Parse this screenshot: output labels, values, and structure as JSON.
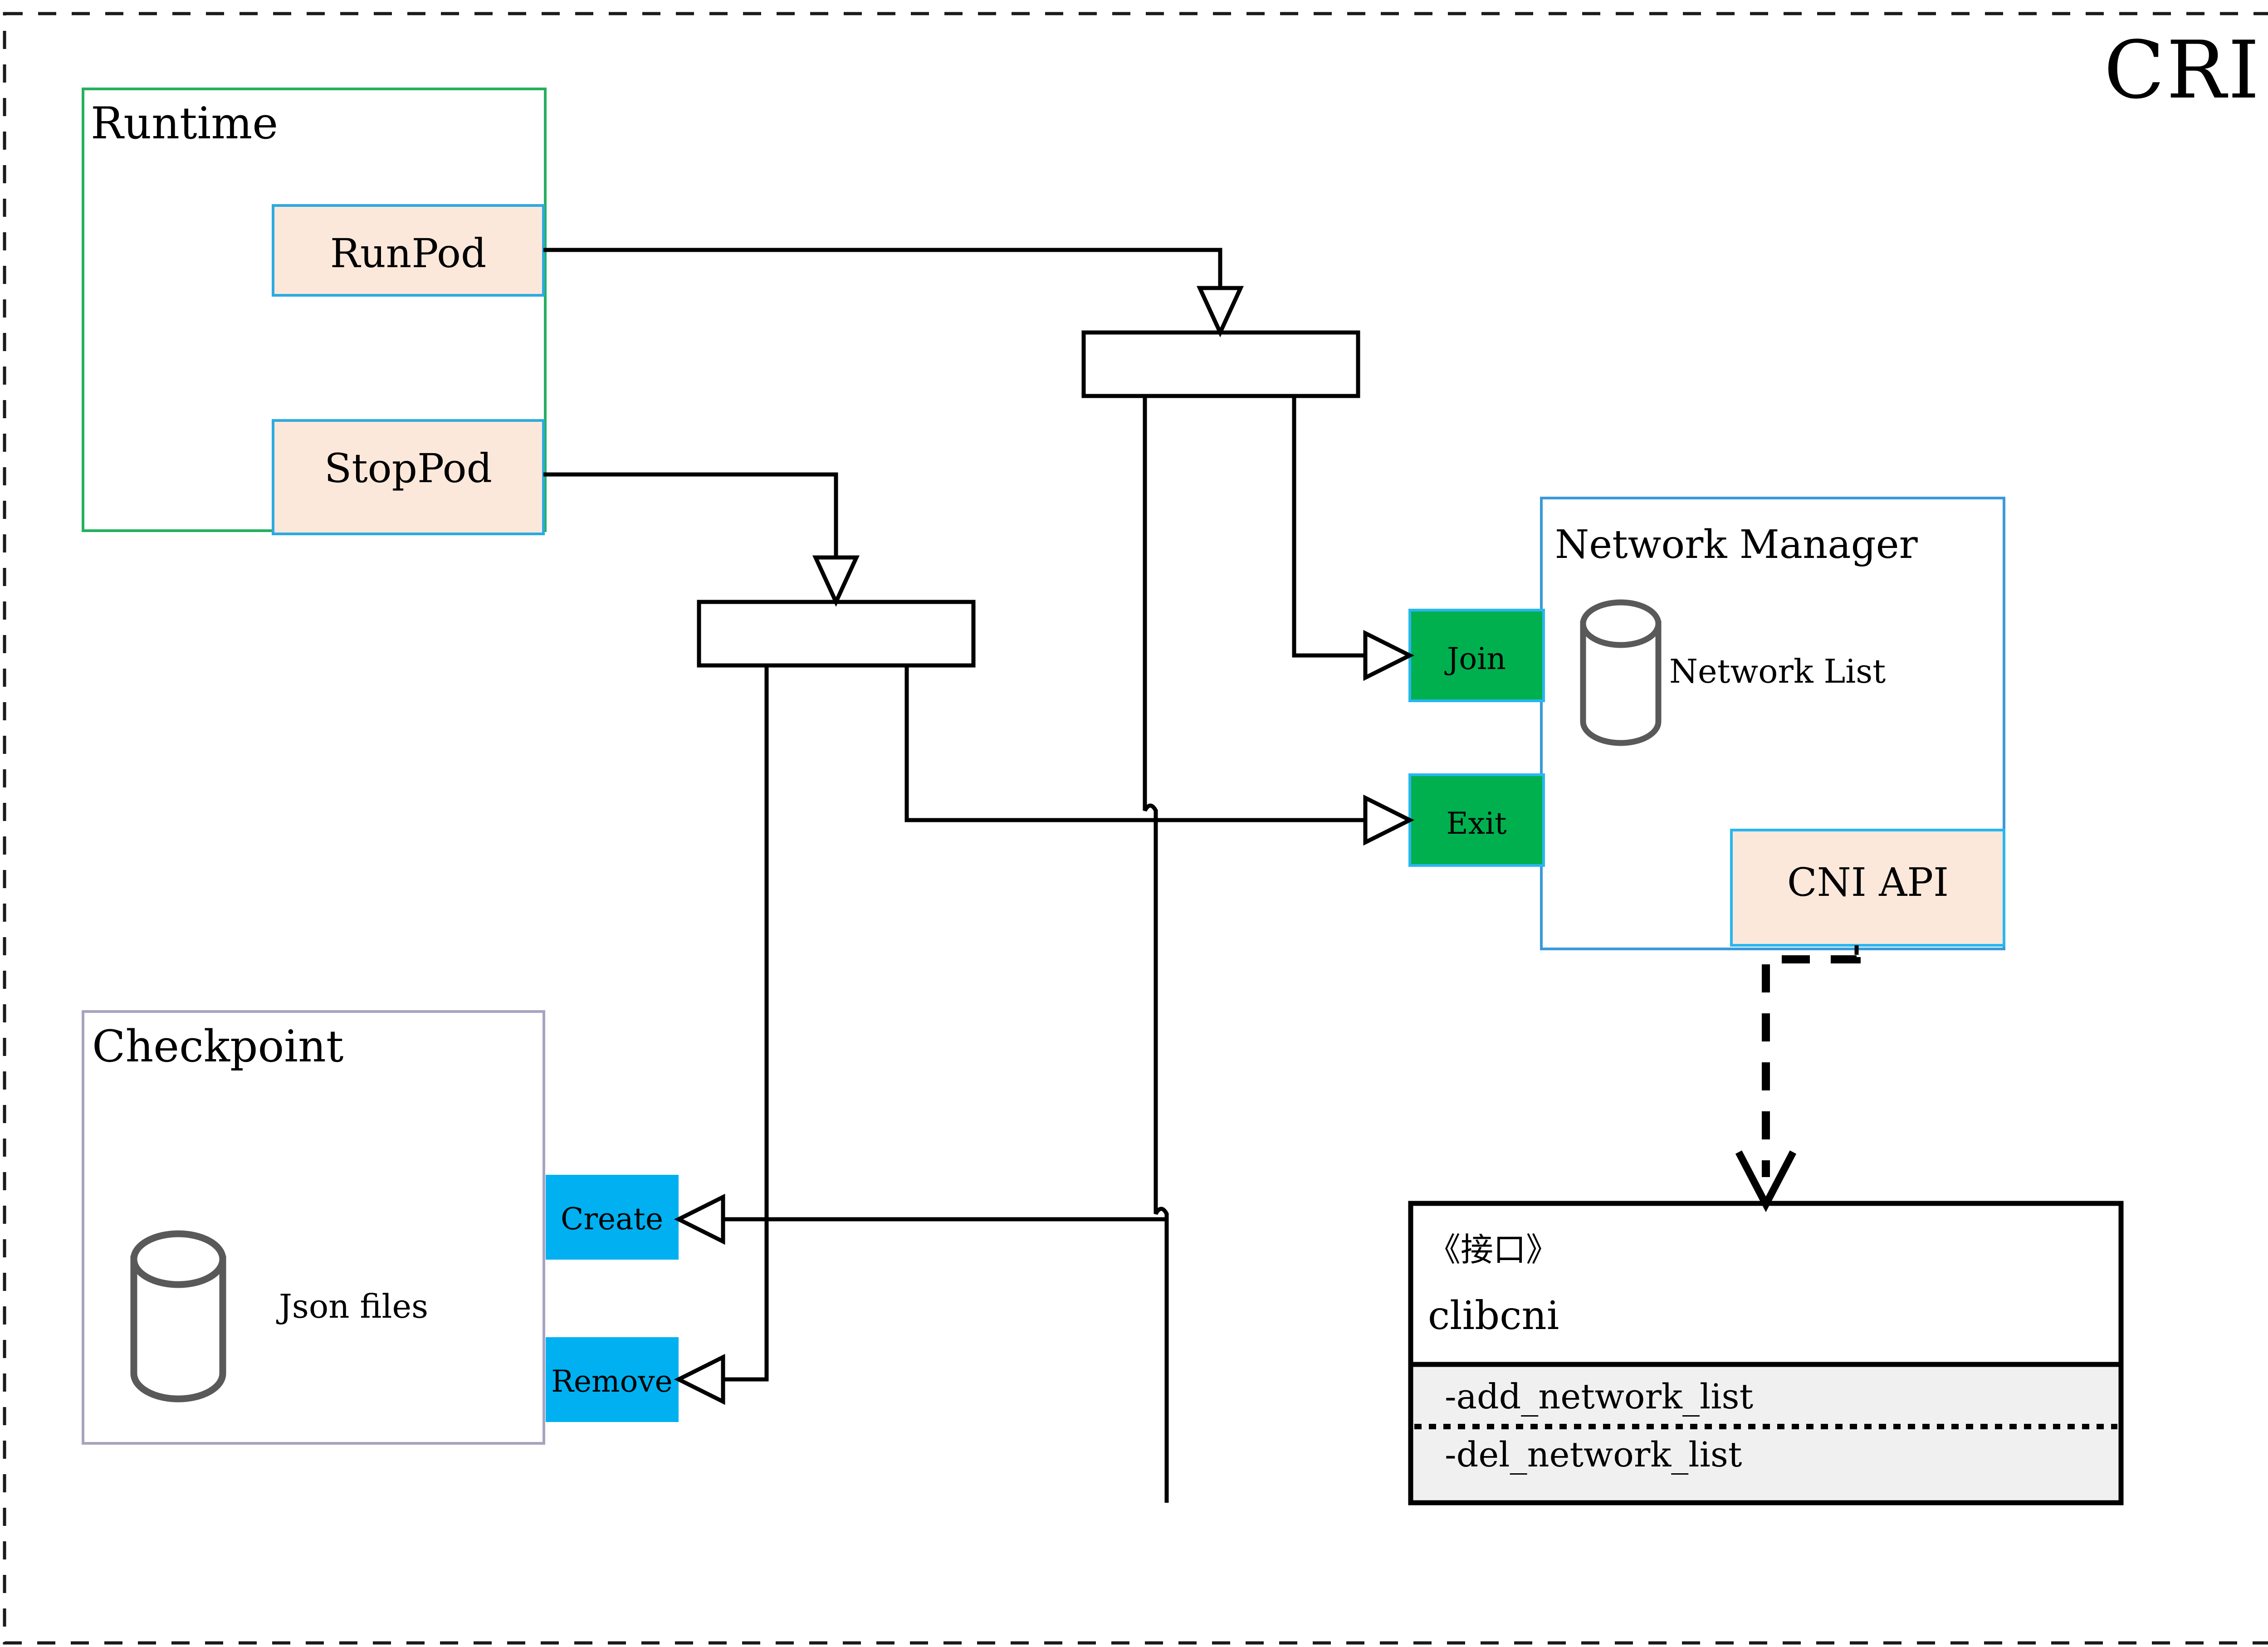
{
  "diagram": {
    "title": "CRI",
    "title_color": "#8a6508",
    "outer_border": "dashed",
    "colors": {
      "runtime_border": "#25b05e",
      "pod_fill": "#fce8da",
      "pod_border": "#2eaae0",
      "network_manager_border": "#3a9ad9",
      "green_fill": "#00b04f",
      "green_border": "#29b6f0",
      "cyan_fill": "#00b0f0",
      "checkpoint_border": "#a9a3c0",
      "cylinder_stroke": "#595959",
      "iface_methods_fill": "#f0f0f0",
      "line": "#000000"
    },
    "groups": {
      "runtime": {
        "label": "Runtime",
        "items": [
          {
            "label": "RunPod"
          },
          {
            "label": "StopPod"
          }
        ]
      },
      "network_manager": {
        "label": "Network Manager",
        "store_label": "Network List",
        "ports": [
          {
            "label": "Join"
          },
          {
            "label": "Exit"
          }
        ],
        "api_box": {
          "label": "CNI API"
        }
      },
      "checkpoint": {
        "label": "Checkpoint",
        "store_label": "Json files",
        "ports": [
          {
            "label": "Create"
          },
          {
            "label": "Remove"
          }
        ]
      },
      "interface": {
        "stereotype": "《接口》",
        "name": "clibcni",
        "methods": [
          "-add_network_list",
          "-del_network_list"
        ]
      }
    }
  }
}
